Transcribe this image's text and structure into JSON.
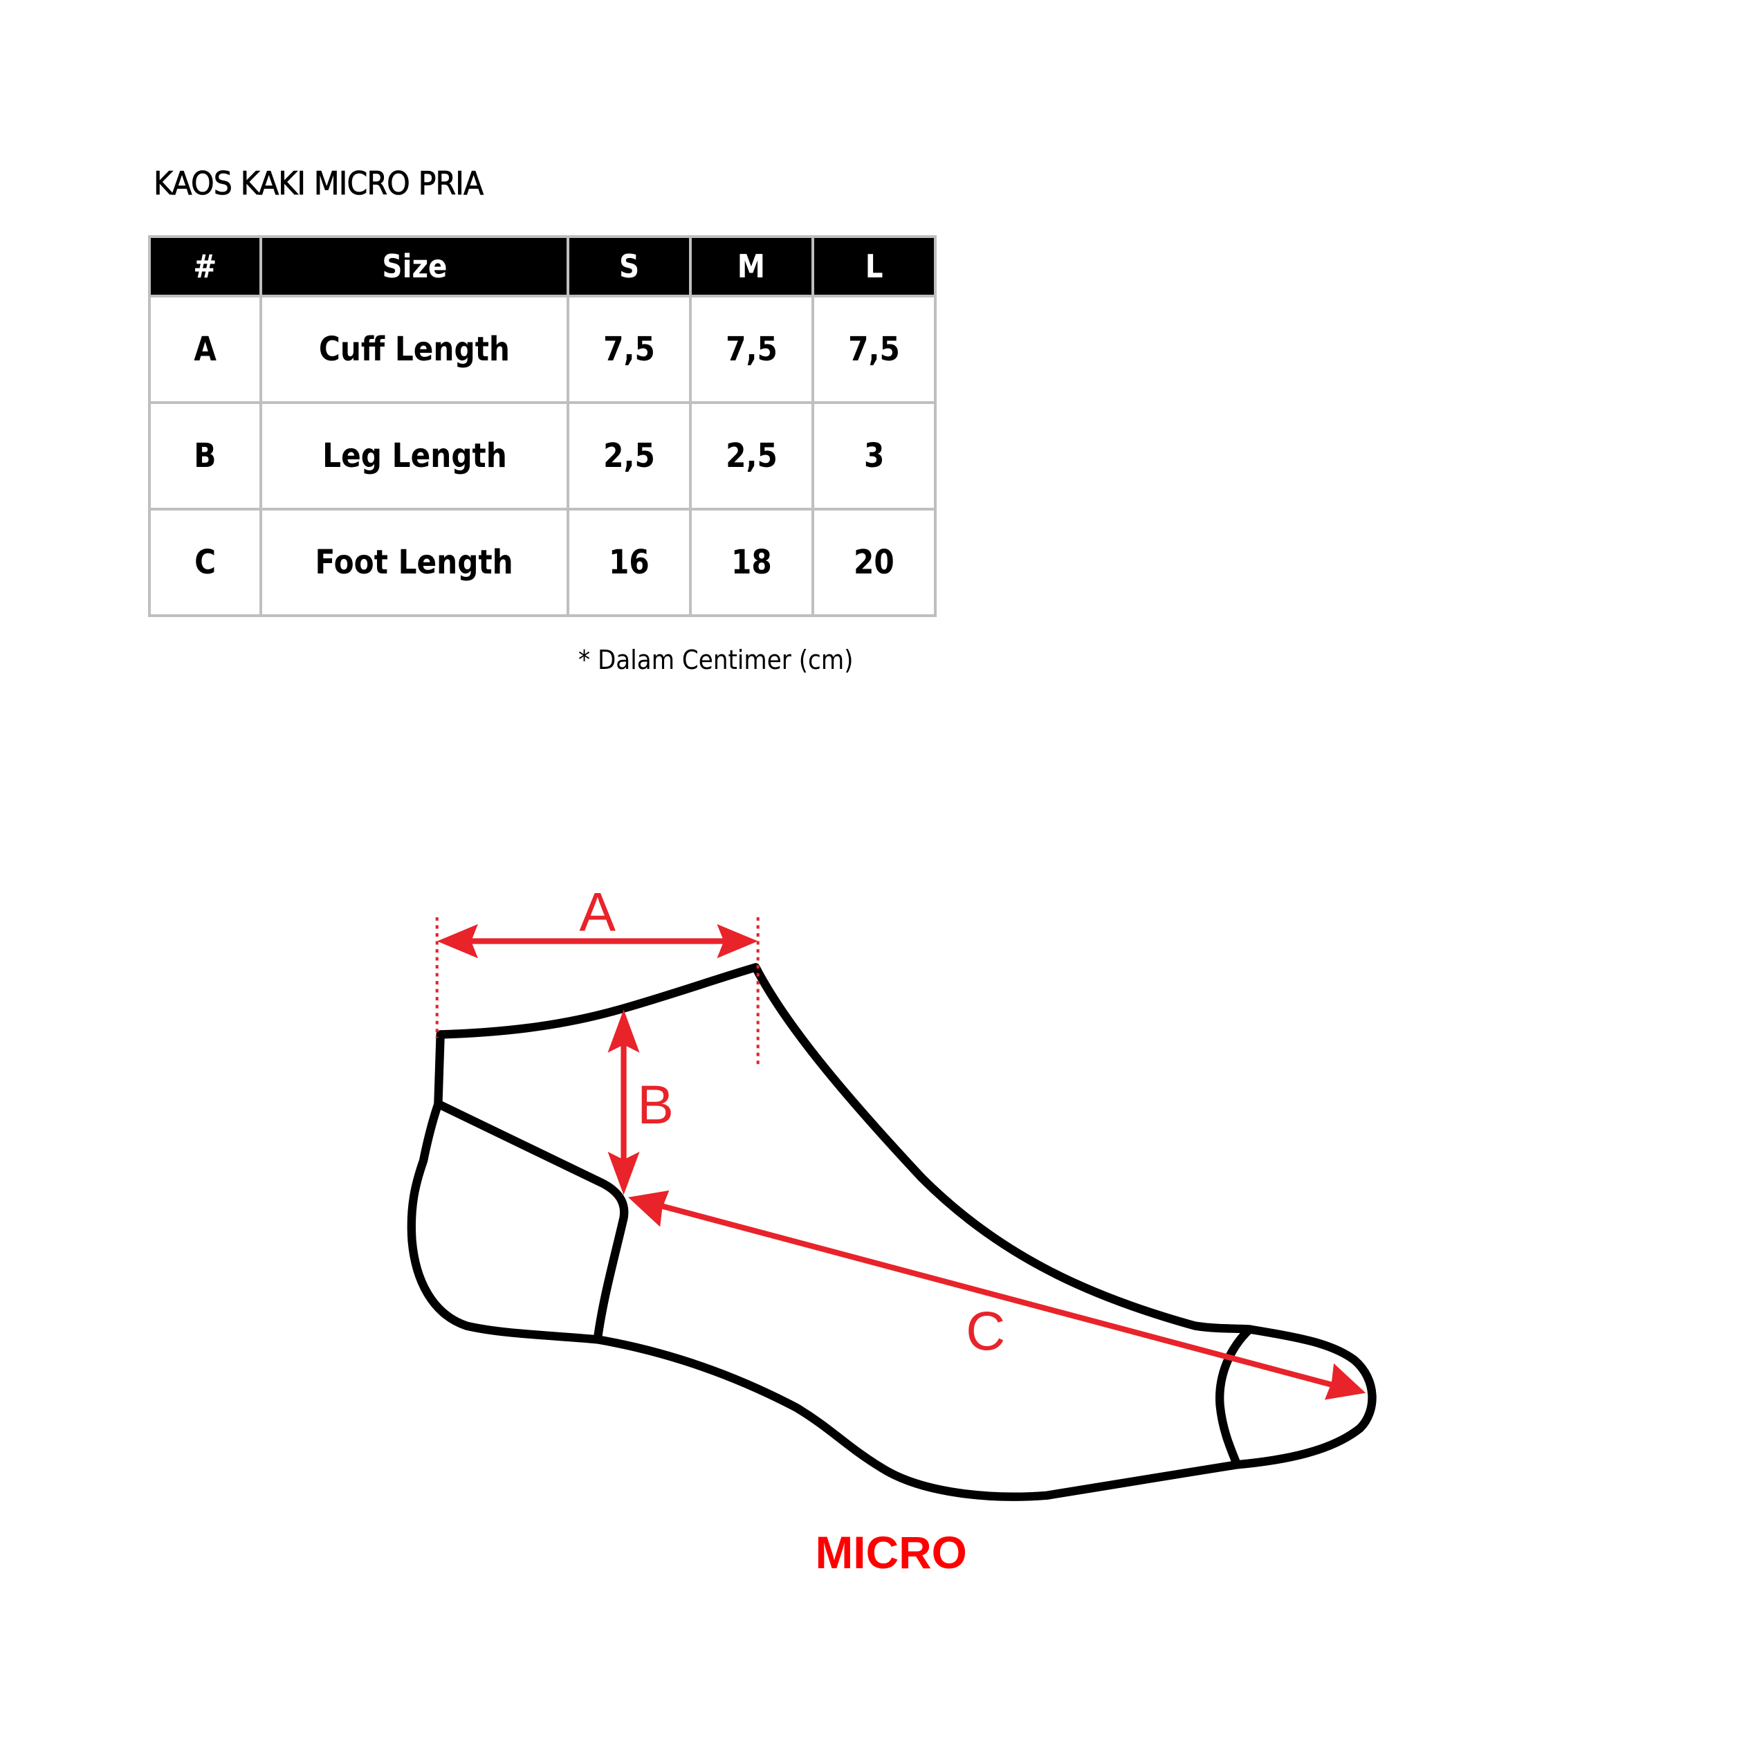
{
  "title": "KAOS KAKI MICRO PRIA",
  "table": {
    "headers": [
      "#",
      "Size",
      "S",
      "M",
      "L"
    ],
    "rows": [
      {
        "code": "A",
        "name": "Cuff Length",
        "s": "7,5",
        "m": "7,5",
        "l": "7,5"
      },
      {
        "code": "B",
        "name": "Leg Length",
        "s": "2,5",
        "m": "2,5",
        "l": "3"
      },
      {
        "code": "C",
        "name": "Foot Length",
        "s": "16",
        "m": "18",
        "l": "20"
      }
    ]
  },
  "note": "* Dalam Centimer (cm)",
  "diagram": {
    "labels": {
      "a": "A",
      "b": "B",
      "c": "C"
    },
    "caption": "MICRO",
    "colors": {
      "dimension": "#e8232a",
      "caption": "#ff0000",
      "outline": "#000000",
      "header_bg": "#000000",
      "grid": "#bfbfbf"
    }
  }
}
